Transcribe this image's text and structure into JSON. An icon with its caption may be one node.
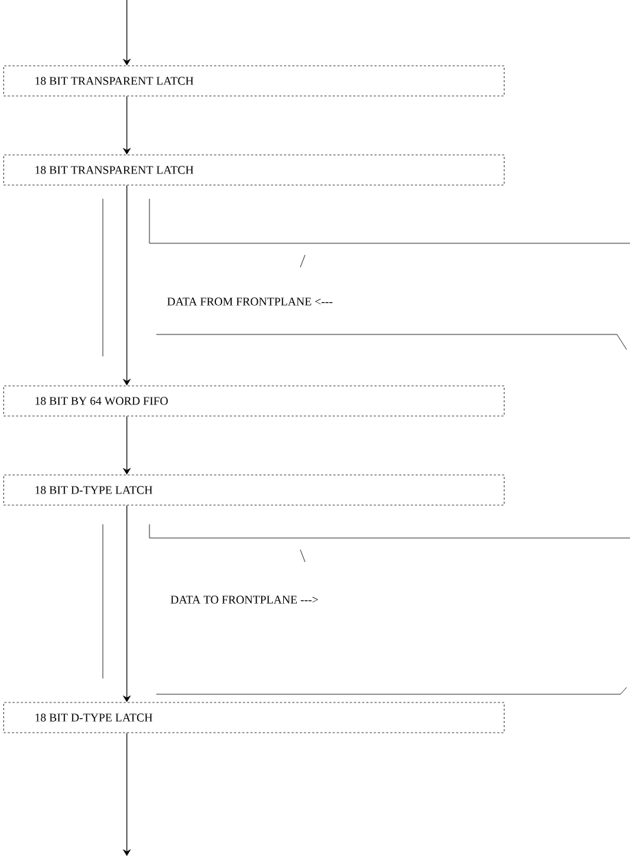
{
  "diagram": {
    "nodes": [
      {
        "text": [
          "18 BIT TRANSPARENT LATCH"
        ]
      },
      {
        "text": [
          "18 BIT TRANSPARENT LATCH"
        ]
      },
      {
        "text": [
          "18 BIT BY 64 WORD FIFO"
        ]
      },
      {
        "text": [
          "18 BIT D-TYPE LATCH"
        ]
      },
      {
        "text": [
          "18 BIT D-TYPE LATCH"
        ]
      }
    ],
    "edges": [
      {
        "from": null,
        "to": 0,
        "arrow": "to"
      },
      {
        "from": 0,
        "to": 1,
        "arrow": "to"
      },
      {
        "from": 1,
        "to": 2,
        "arrow": "to"
      },
      {
        "from": 2,
        "to": 3,
        "arrow": "to"
      },
      {
        "from": 3,
        "to": 4,
        "arrow": "to"
      },
      {
        "from": 4,
        "to": null,
        "arrow": "to"
      }
    ],
    "labels": [
      "DATA FROM FRONTPLANE <---",
      "DATA TO FRONTPLANE --->"
    ]
  }
}
